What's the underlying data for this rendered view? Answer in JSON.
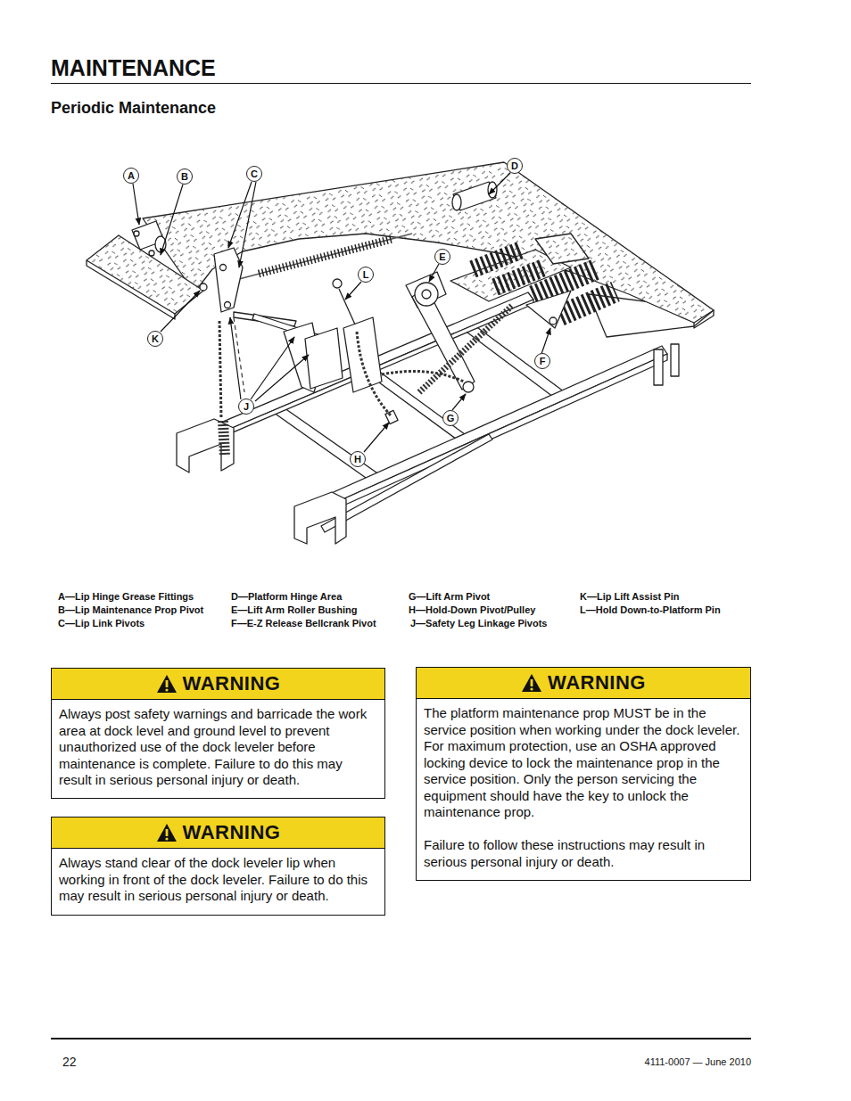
{
  "diagram": {
    "title": "MAINTENANCE",
    "nodes": [
      {
        "text": [
          "A"
        ]
      },
      {
        "text": [
          "B"
        ]
      },
      {
        "text": [
          "C"
        ]
      },
      {
        "text": [
          "D"
        ]
      },
      {
        "text": [
          "E"
        ]
      },
      {
        "text": [
          "L"
        ]
      },
      {
        "text": [
          "K"
        ]
      },
      {
        "text": [
          "F"
        ]
      },
      {
        "text": [
          "J"
        ]
      },
      {
        "text": [
          "G"
        ]
      },
      {
        "text": [
          "H"
        ]
      },
      {
        "text": [
          "WARNING",
          "Always post safety warnings and barricade the work area at dock level and ground level to prevent unauthorized use of the dock leveler before maintenance is complete. Failure to do this may result in serious personal injury or death."
        ]
      },
      {
        "text": [
          "WARNING",
          "Always stand clear of the dock leveler lip when working in front of the dock leveler. Failure to do this may result in serious personal injury or death."
        ]
      },
      {
        "text": [
          "WARNING",
          "The platform maintenance prop MUST be in the service position when working under the dock leveler. For maximum protection, use an OSHA approved locking device to lock the maintenance prop in the service position. Only the person servicing the equipment should have the key to unlock the maintenance prop.",
          "Failure to follow these instructions may result in serious personal injury or death."
        ]
      }
    ],
    "labels": [
      "Periodic Maintenance",
      "A—Lip Hinge Grease Fittings",
      "D—Platform Hinge Area",
      "G—Lift Arm Pivot",
      "K—Lip Lift Assist Pin",
      "B—Lip Maintenance Prop Pivot",
      "E—Lift Arm Roller Bushing",
      "H—Hold-Down Pivot/Pulley",
      "L—Hold Down-to-Platform Pin",
      "C—Lip Link Pivots",
      "F—E-Z Release Bellcrank Pivot",
      "J—Safety Leg Linkage Pivots",
      "22",
      "4111-0007 — June 2010"
    ]
  }
}
